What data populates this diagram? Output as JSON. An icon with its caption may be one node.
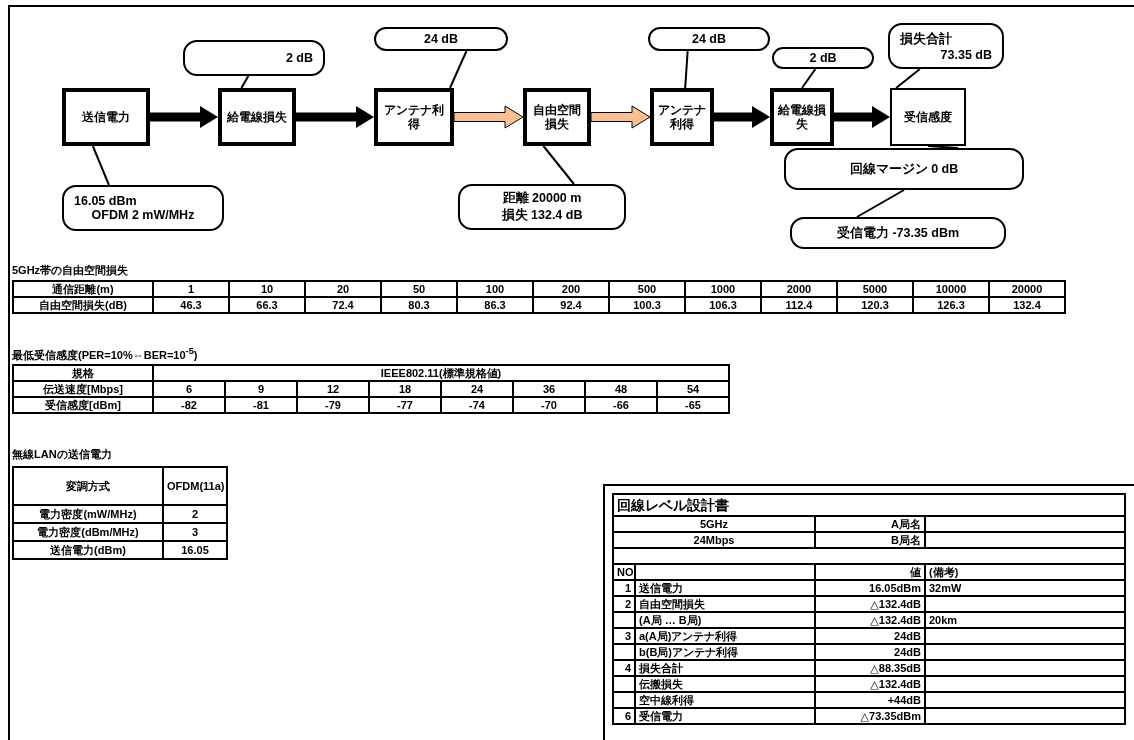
{
  "diagram": {
    "nodes": [
      {
        "text": [
          "送信電力"
        ]
      },
      {
        "text": [
          "給電線損失"
        ]
      },
      {
        "text": [
          "アンテナ利得"
        ]
      },
      {
        "text": [
          "自由空間損失"
        ]
      },
      {
        "text": [
          "アンテナ利得"
        ]
      },
      {
        "text": [
          "給電線損失"
        ]
      },
      {
        "text": [
          "受信感度"
        ]
      },
      {
        "text": [
          "2 dB"
        ]
      },
      {
        "text": [
          "24 dB"
        ]
      },
      {
        "text": [
          "16.05 dBm",
          "OFDM 2 mW/MHz"
        ]
      },
      {
        "text": [
          "距離 20000 m",
          "損失 132.4 dB"
        ]
      },
      {
        "text": [
          "24 dB"
        ]
      },
      {
        "text": [
          "2 dB"
        ]
      },
      {
        "text": [
          "損失合計",
          "73.35 dB"
        ]
      },
      {
        "text": [
          "回線マージン 0 dB"
        ]
      },
      {
        "text": [
          "受信電力 -73.35 dBm"
        ]
      }
    ],
    "edges": [
      {
        "from": 0,
        "to": 1,
        "arrow": "to"
      },
      {
        "from": 1,
        "to": 2,
        "arrow": "to"
      },
      {
        "from": 2,
        "to": 3,
        "arrow": "to",
        "color": "#fac08f"
      },
      {
        "from": 3,
        "to": 4,
        "arrow": "to",
        "color": "#fac08f"
      },
      {
        "from": 4,
        "to": 5,
        "arrow": "to"
      },
      {
        "from": 5,
        "to": 6,
        "arrow": "to"
      },
      {
        "from": 7,
        "to": 1,
        "arrow": "none"
      },
      {
        "from": 8,
        "to": 2,
        "arrow": "none"
      },
      {
        "from": 9,
        "to": 0,
        "arrow": "none"
      },
      {
        "from": 10,
        "to": 3,
        "arrow": "none"
      },
      {
        "from": 11,
        "to": 4,
        "arrow": "none"
      },
      {
        "from": 12,
        "to": 5,
        "arrow": "none"
      },
      {
        "from": 13,
        "to": 6,
        "arrow": "none"
      },
      {
        "from": 14,
        "to": 6,
        "arrow": "none"
      },
      {
        "from": 15,
        "to": 14,
        "arrow": "none"
      }
    ],
    "labels": [
      "5GHz帯の自由空間損失",
      "通信距離(m)",
      "1",
      "10",
      "20",
      "50",
      "100",
      "200",
      "500",
      "1000",
      "2000",
      "5000",
      "10000",
      "20000",
      "自由空間損失(dB)",
      "46.3",
      "66.3",
      "72.4",
      "80.3",
      "86.3",
      "92.4",
      "100.3",
      "106.3",
      "112.4",
      "120.3",
      "126.3",
      "132.4",
      "最低受信感度(PER=10%⇔BER=10$^{-5}$)",
      "規格",
      "IEEE802.11(標準規格値)",
      "伝送速度[Mbps]",
      "6",
      "9",
      "12",
      "18",
      "24",
      "36",
      "48",
      "54",
      "受信感度[dBm]",
      "-82",
      "-81",
      "-79",
      "-77",
      "-74",
      "-70",
      "-66",
      "-65",
      "無線LANの送信電力",
      "変調方式",
      "OFDM(11a)",
      "電力密度(mW/MHz)",
      "2",
      "電力密度(dBm/MHz)",
      "3",
      "送信電力(dBm)",
      "16.05",
      "回線レベル設計書",
      "5GHz",
      "A局名",
      "24Mbps",
      "B局名",
      "NO",
      "値",
      "(備考)",
      "1",
      "送信電力",
      "16.05dBm",
      "32mW",
      "2",
      "自由空間損失",
      "△132.4dB",
      "(A局 … B局)",
      "△132.4dB",
      "20km",
      "3",
      "a(A局)アンテナ利得",
      "24dB",
      "b(B局)アンテナ利得",
      "24dB",
      "4",
      "損失合計",
      "△88.35dB",
      "伝搬損失",
      "△132.4dB",
      "空中線利得",
      "+44dB",
      "6",
      "受信電力",
      "△73.35dBm"
    ]
  }
}
